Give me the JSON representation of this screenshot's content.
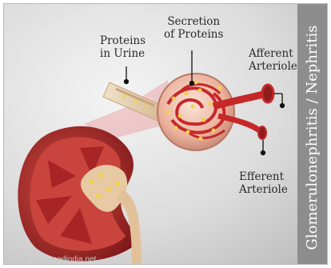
{
  "diagram": {
    "title": "Glomerulonephritis / Nephritis",
    "labels": {
      "proteins_in_urine": [
        "Proteins",
        "in Urine"
      ],
      "secretion_of_proteins": [
        "Secretion",
        "of Proteins"
      ],
      "afferent_arteriole": [
        "Afferent",
        "Arteriole"
      ],
      "efferent_arteriole": [
        "Efferent",
        "Arteriole"
      ]
    },
    "watermark": "© www.medindia.net"
  },
  "colors": {
    "kidney_outer": "#8e1d1e",
    "cortex": "#d5524a",
    "pelvis": "#e7c9a3",
    "artery": "#c6282a",
    "band": "#8d8d8d",
    "protein_dots": "#f0d24a"
  }
}
